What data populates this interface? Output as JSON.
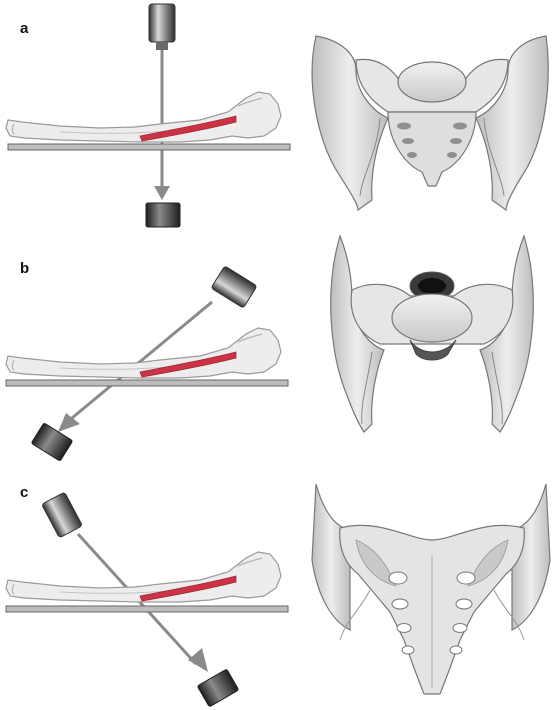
{
  "panels": [
    {
      "label": "a",
      "view": "AP"
    },
    {
      "label": "b",
      "view": "inlet"
    },
    {
      "label": "c",
      "view": "outlet"
    }
  ],
  "colors": {
    "background": "#ffffff",
    "body_fill": "#ededed",
    "body_stroke": "#9a9a9a",
    "pelvis_highlight": "#cc3344",
    "bone_light": "#e9e9e9",
    "bone_mid": "#cfcfcf",
    "bone_dark": "#9c9c9c",
    "table": "#bdbdbd",
    "xray_beam": "#8a8a8a"
  }
}
